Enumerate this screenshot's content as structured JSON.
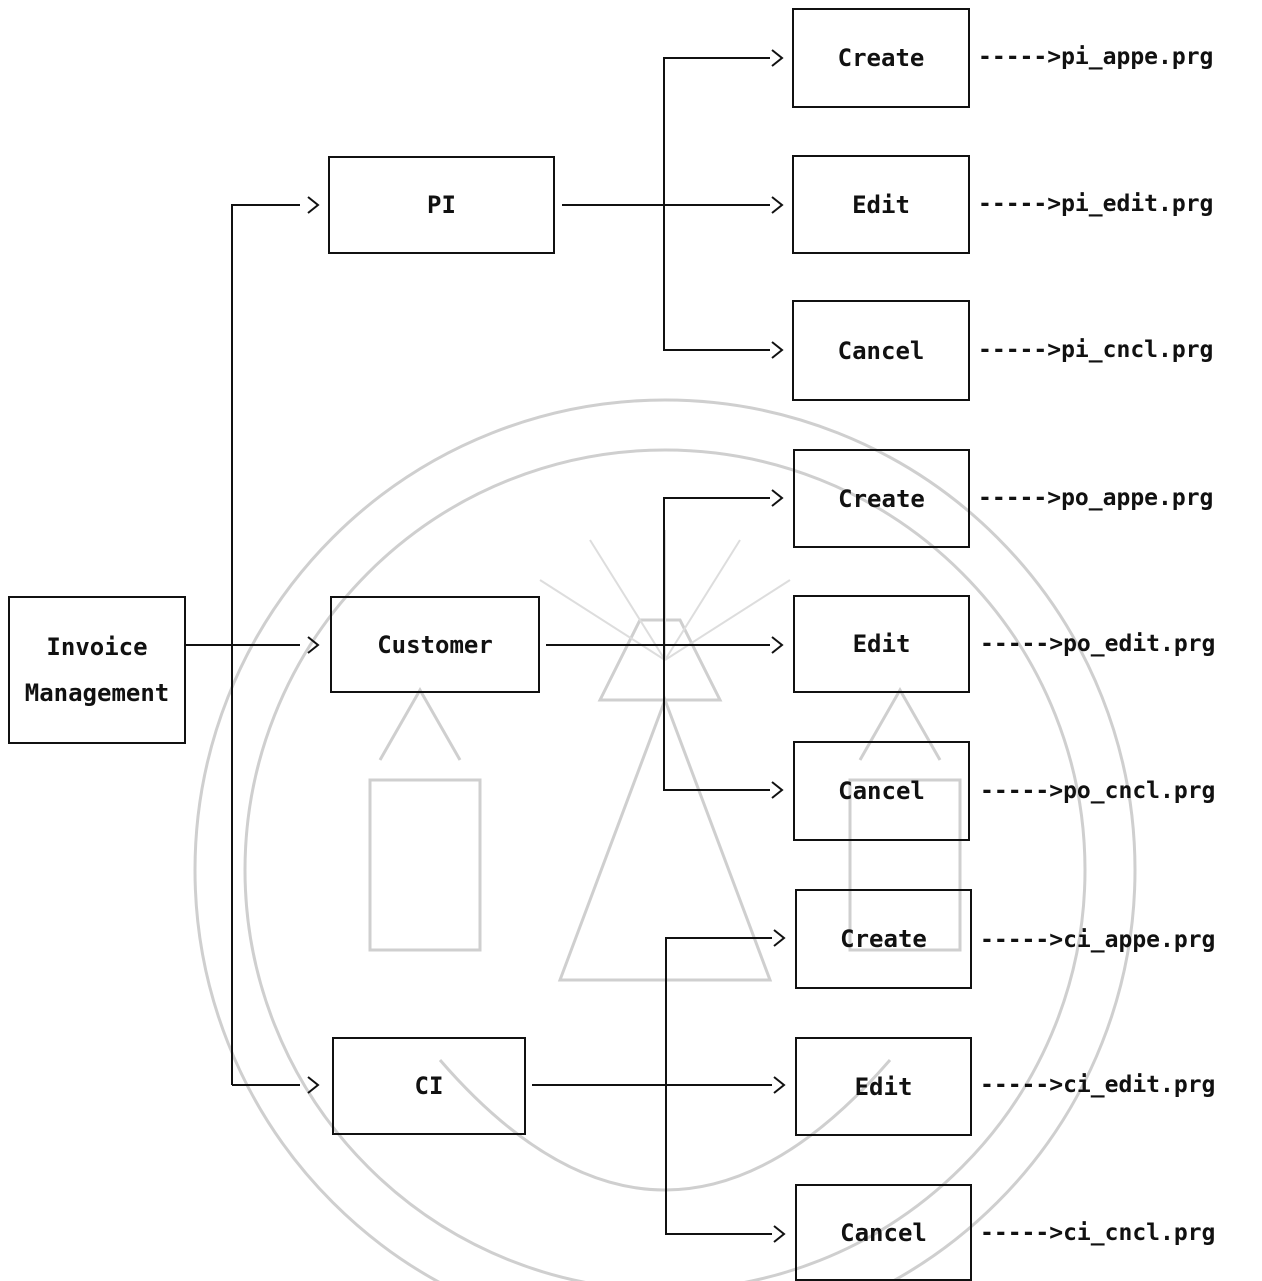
{
  "root": {
    "line1": "Invoice",
    "line2": "Management"
  },
  "groups": [
    {
      "label": "PI",
      "actions": [
        {
          "label": "Create",
          "file": "----->pi_appe.prg"
        },
        {
          "label": "Edit",
          "file": "----->pi_edit.prg"
        },
        {
          "label": "Cancel",
          "file": "----->pi_cncl.prg"
        }
      ]
    },
    {
      "label": "Customer",
      "actions": [
        {
          "label": "Create",
          "file": "----->po_appe.prg"
        },
        {
          "label": "Edit",
          "file": "----->po_edit.prg"
        },
        {
          "label": "Cancel",
          "file": "----->po_cncl.prg"
        }
      ]
    },
    {
      "label": "CI",
      "actions": [
        {
          "label": "Create",
          "file": "----->ci_appe.prg"
        },
        {
          "label": "Edit",
          "file": "----->ci_edit.prg"
        },
        {
          "label": "Cancel",
          "file": "----->ci_cncl.prg"
        }
      ]
    }
  ]
}
